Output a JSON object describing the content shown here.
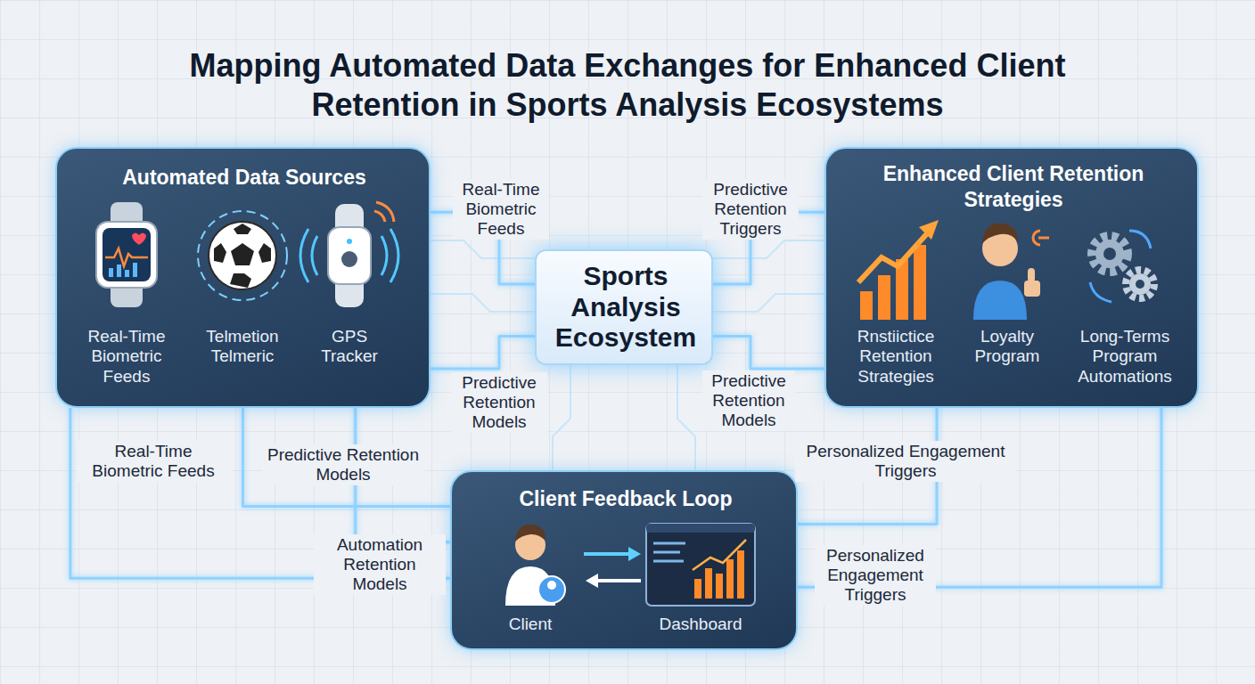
{
  "diagram": {
    "title": "Mapping Automated Data Exchanges for Enhanced Client Retention in Sports Analysis Ecosystems",
    "nodes": [
      {
        "text": [
          "Automated Data Sources",
          "Real-Time Biometric Feeds",
          "Telmetion Telmeric",
          "GPS Tracker"
        ]
      },
      {
        "text": [
          "Sports Analysis Ecosystem"
        ]
      },
      {
        "text": [
          "Enhanced Client Retention Strategies",
          "Rnstiictice Retention Strategies",
          "Loyalty Program",
          "Long-Terms Program Automations"
        ]
      },
      {
        "text": [
          "Client Feedback Loop",
          "Client",
          "Dashboard"
        ]
      }
    ],
    "edges": [
      {
        "from": 0,
        "to": 1,
        "arrow": "none",
        "label": "Real-Time Biometric Feeds"
      },
      {
        "from": 1,
        "to": 2,
        "arrow": "none",
        "label": "Predictive Retention Triggers"
      },
      {
        "from": 0,
        "to": 1,
        "arrow": "none",
        "label": "Predictive Retention Models"
      },
      {
        "from": 1,
        "to": 2,
        "arrow": "none",
        "label": "Predictive Retention Models"
      },
      {
        "from": 0,
        "to": 3,
        "arrow": "none",
        "label": "Real-Time Biometric Feeds"
      },
      {
        "from": 0,
        "to": 3,
        "arrow": "none",
        "label": "Predictive Retention Models"
      },
      {
        "from": 0,
        "to": 3,
        "arrow": "none",
        "label": "Automation Retention Models"
      },
      {
        "from": 2,
        "to": 3,
        "arrow": "none",
        "label": "Personalized Engagement Triggers"
      },
      {
        "from": 2,
        "to": 3,
        "arrow": "none",
        "label": "Personalized Engagement Triggers"
      }
    ]
  }
}
